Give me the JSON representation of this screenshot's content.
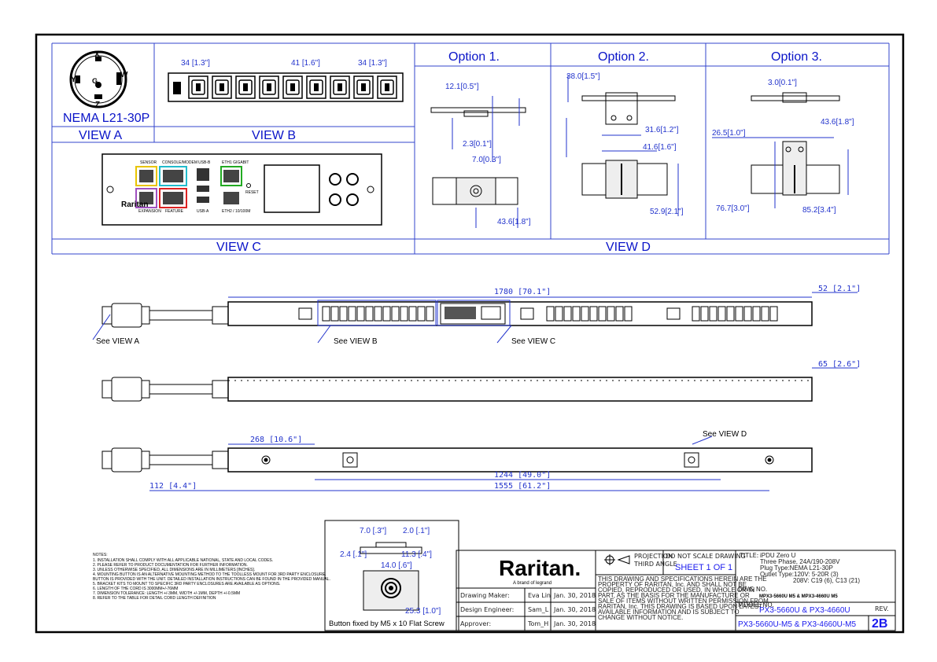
{
  "view_a": {
    "plug_name": "NEMA L21-30P",
    "label": "VIEW A",
    "pins": [
      "X",
      "Y",
      "G",
      "W",
      "Z"
    ]
  },
  "view_b": {
    "label": "VIEW B",
    "dims": [
      "34 [1.3\"]",
      "41 [1.6\"]",
      "34 [1.3\"]"
    ]
  },
  "view_c": {
    "label": "VIEW C",
    "brand": "Raritan",
    "ports": [
      "SENSOR",
      "CONSOLE/MODEM",
      "USB-B",
      "ETH1 GIGABIT",
      "EXPANSION",
      "FEATURE",
      "USB-A",
      "ETH2 / 10/100M",
      "RESET"
    ]
  },
  "options": {
    "opt1": "Option 1.",
    "opt2": "Option  2.",
    "opt3": "Option 3."
  },
  "view_d": {
    "label": "VIEW D",
    "opt1_dims": [
      "12.1[0.5\"]",
      "2.3[0.1\"]",
      "7.0[0.3\"]",
      "43.6[1.8\"]"
    ],
    "opt2_dims": [
      "38.0[1.5\"]",
      "31.6[1.2\"]",
      "41.6[1.6\"]",
      "52.9[2.1\"]"
    ],
    "opt3_dims": [
      "3.0[0.1\"]",
      "26.5[1.0\"]",
      "43.6[1.8\"]",
      "76.7[3.0\"]",
      "85.2[3.4\"]"
    ]
  },
  "front": {
    "length": "1780 [70.1\"]",
    "end": "52 [2.1\"]",
    "see_a": "See VIEW A",
    "see_b": "See VIEW B",
    "see_c": "See VIEW C"
  },
  "side": {
    "depth": "65 [2.6\"]"
  },
  "rear": {
    "see_d": "See VIEW D",
    "d1": "268 [10.6\"]",
    "d2": "1244 [49.0\"]",
    "d3": "1555 [61.2\"]",
    "d4": "112 [4.4\"]"
  },
  "button": {
    "dims": [
      "7.0 [.3\"]",
      "2.0 [.1\"]",
      "2.4 [.1\"]",
      "11.3 [.4\"]",
      "14.0 [.6\"]",
      "25.3 [1.0\"]"
    ],
    "caption": "Button fixed by M5 x 10 Flat Screw"
  },
  "notes": {
    "title": "NOTES:",
    "lines": [
      "1. INSTALLATION SHALL COMPLY WITH ALL APPLICABLE NATIONAL, STATE AND LOCAL CODES.",
      "2. PLEASE REFER TO PRODUCT DOCUMENTATION FOR FURTHER INFORMATION.",
      "3. UNLESS OTHERWISE SPECIFIED, ALL DIMENSIONS ARE IN MILLIMETERS [INCHES].",
      "4. MOUNTING BUTTON IS AN ALTERNATIVE MOUNTING METHOD TO THE TOOLLESS MOUNT FOR 3RD PARTY ENCLOSURE.",
      "   BUTTON IS PROVIDED WITH THE UNIT. DETAILED INSTALLATION INSTRUCTIONS CAN BE FOUND IN THE PROVIDED MANUAL.",
      "5. BRACKET KITS TO MOUNT TO SPECIFIC 3RD PARTY ENCLOSURES ARE AVAILABLE AS OPTIONS.",
      "6. LENGTH OF THE CORD IS 3000MM+/-76MM",
      "7. DIMENSION TOLERANCE: LENGTH +/-3MM, WIDTH +/-1MM, DEPTH +/-0.5MM",
      "8. REFER TO THE TABLE FOR DETAIL CORD LENGTH DEFINITION"
    ]
  },
  "title_block": {
    "logo": "Raritan.",
    "brand_line": "A brand of  legrand",
    "rows": [
      {
        "role": "Drawing Maker:",
        "name": "Eva Lin",
        "date": "Jan. 30, 2018"
      },
      {
        "role": "Design Engineer:",
        "name": "Sam_L",
        "date": "Jan. 30, 2018"
      },
      {
        "role": "Approver:",
        "name": "Tom_H",
        "date": "Jan. 30, 2018"
      }
    ],
    "projection": "PROJECTION",
    "third_angle": "THIRD ANGLE",
    "no_scale": "DO NOT SCALE DRAWING",
    "sheet": "SHEET 1 OF 1",
    "disclaimer": [
      "THIS DRAWING AND SPECIFICATIONS HEREIN ARE THE",
      "PROPERTY OF RARITAN, Inc. AND SHALL NOT BE",
      "COPIED, REPRODUCED OR USED, IN WHOLE OR IN",
      "PART, AS THE BASIS FOR THE MANUFACTURE OR",
      "SALE OF ITEMS WITHOUT WRITTEN PERMISSION FROM",
      "RARITAN, Inc. THIS DRAWING IS BASED UPON LATEST",
      "AVAILABLE INFORMATION AND IS SUBJECT TO",
      "CHANGE WITHOUT NOTICE."
    ],
    "title_label": "TITLE:",
    "title_lines": [
      "iPDU Zero U",
      "Three Phase, 24A/190-208V",
      "Plug Type:NEMA L21-30P",
      "Outlet Type:120V: 5-20R (3)",
      "208V: C19 (6), C13 (21)"
    ],
    "dwg_label": "DWG NO.",
    "dwg_no": "MPX3-5660U M5 & MPX3-4660U M5",
    "model_label": "MODEL NO.",
    "model1": "PX3-5660U & PX3-4660U",
    "model2": "PX3-5660U-M5 & PX3-4660U-M5",
    "rev_label": "REV.",
    "rev": "2B"
  }
}
